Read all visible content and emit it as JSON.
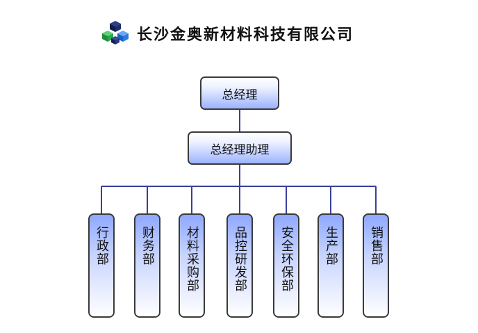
{
  "header": {
    "company_name": "长沙金奥新材料科技有限公司",
    "logo_icon": "cube-cluster-logo",
    "logo_colors": [
      "#1a2b66",
      "#2aa84a",
      "#2a7be0",
      "#1f3a8c"
    ]
  },
  "org_chart": {
    "top": "总经理",
    "assistant": "总经理助理",
    "departments": [
      {
        "label": "行政部"
      },
      {
        "label": "财务部"
      },
      {
        "label": "材料采购部"
      },
      {
        "label": "品控研发部"
      },
      {
        "label": "安全环保部"
      },
      {
        "label": "生产部"
      },
      {
        "label": "销售部"
      }
    ],
    "line_color": "#3a3f9a",
    "border_color": "#3a3a3a"
  }
}
